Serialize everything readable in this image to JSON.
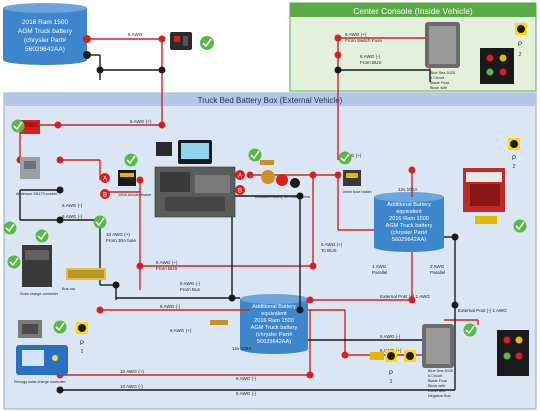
{
  "console": {
    "title": "Center Console (Inside Vehicle)"
  },
  "truckbed": {
    "title": "Truck Bed Battery Box (External Vehicle)"
  },
  "batteries": {
    "main": {
      "line1": "2016 Ram 1500",
      "line2": "AGM Truck battery",
      "line3": "(chrysler Part#",
      "line4": "56029642AA)"
    },
    "aux1": {
      "line1": "Additional Battery",
      "line2": "equivalent",
      "line3": "2016 Ram 1500",
      "line4": "AGM Truck battery",
      "line5": "(chrysler Part#",
      "line6": "56029642AA)"
    },
    "aux2": {
      "line1": "Additional Battery",
      "line2": "equivalent",
      "line3": "2016 Ram 1500",
      "line4": "AGM Truck battery",
      "line5": "(chrysler Part#",
      "line6": "56029642AA)"
    }
  },
  "wires": {
    "w1": "6 AWG",
    "w2": "6 AWG (+)",
    "w3": "From Switch Fuse",
    "w4": "6 AWG (-)",
    "w5": "From BUS",
    "w6": "6 AWG (+)",
    "w7": "6 AWG (+)",
    "w8": "6 AWG (-)",
    "w9": "10 AWG (+)",
    "w10": "From 30A fuse",
    "w11": "6 AWG (+)",
    "w12": "To BUS",
    "w13": "6 AWG (+)",
    "w14": "From BUS",
    "w15": "6 AWG (-)",
    "w16": "From Bus",
    "w17": "6 AWG (-)",
    "w18": "1 AWG",
    "w19": "Parallel",
    "w20": "2 AWG",
    "w21": "Parallel",
    "w22": "External Post (+) 1 AWG",
    "w23": "External Post (-) 1 AWG",
    "w24": "6 AWG (+)",
    "w25": "6 AWG (+)",
    "w26": "6 AWG (-)",
    "w27": "6 AWG (-)",
    "w28": "6 AWG (-)",
    "w29": "10 AWG (+)",
    "w30": "10 AWG (-)",
    "w31": "12v 100A",
    "w32": "12v 100A"
  },
  "fuse_box": {
    "line1": "Blue Sea 5025",
    "line2": "6 Circuit",
    "line3": "Blade Fuse",
    "line4": "Block with",
    "line5": "Cover and",
    "line6": "Negative Bus"
  },
  "ports": {
    "p1": "P",
    "p1n": "1",
    "p2": "P",
    "p2n": "2"
  },
  "markers": {
    "a": "A",
    "b": "B"
  },
  "captions": {
    "c1": "Anderson SB175 socket",
    "c2": "100A circuit breaker",
    "c3": "Solar charge controller",
    "c4": "Insulated battery terminal covers",
    "c5": "Inline fuse holder",
    "c6": "Renogy solar charge controller",
    "c7": "Bus bar"
  },
  "colors": {
    "console_fill": "#e3f1dc",
    "console_border": "#5aaa48",
    "console_title": "#4e9a3e",
    "bed_fill": "#dbe6f5",
    "bed_title": "#b4c8e6",
    "battery_blue": "#3e86cc",
    "wire_red": "#d62020",
    "wire_black": "#1a1a1a",
    "check_green": "#59b848"
  },
  "icons": [
    "battery-icon",
    "check-icon",
    "radiation-port-icon",
    "fuse-block-icon",
    "signal-light-icon",
    "breaker-icon",
    "anderson-plug-icon",
    "meter-icon",
    "charger-icon",
    "busbar-icon"
  ]
}
